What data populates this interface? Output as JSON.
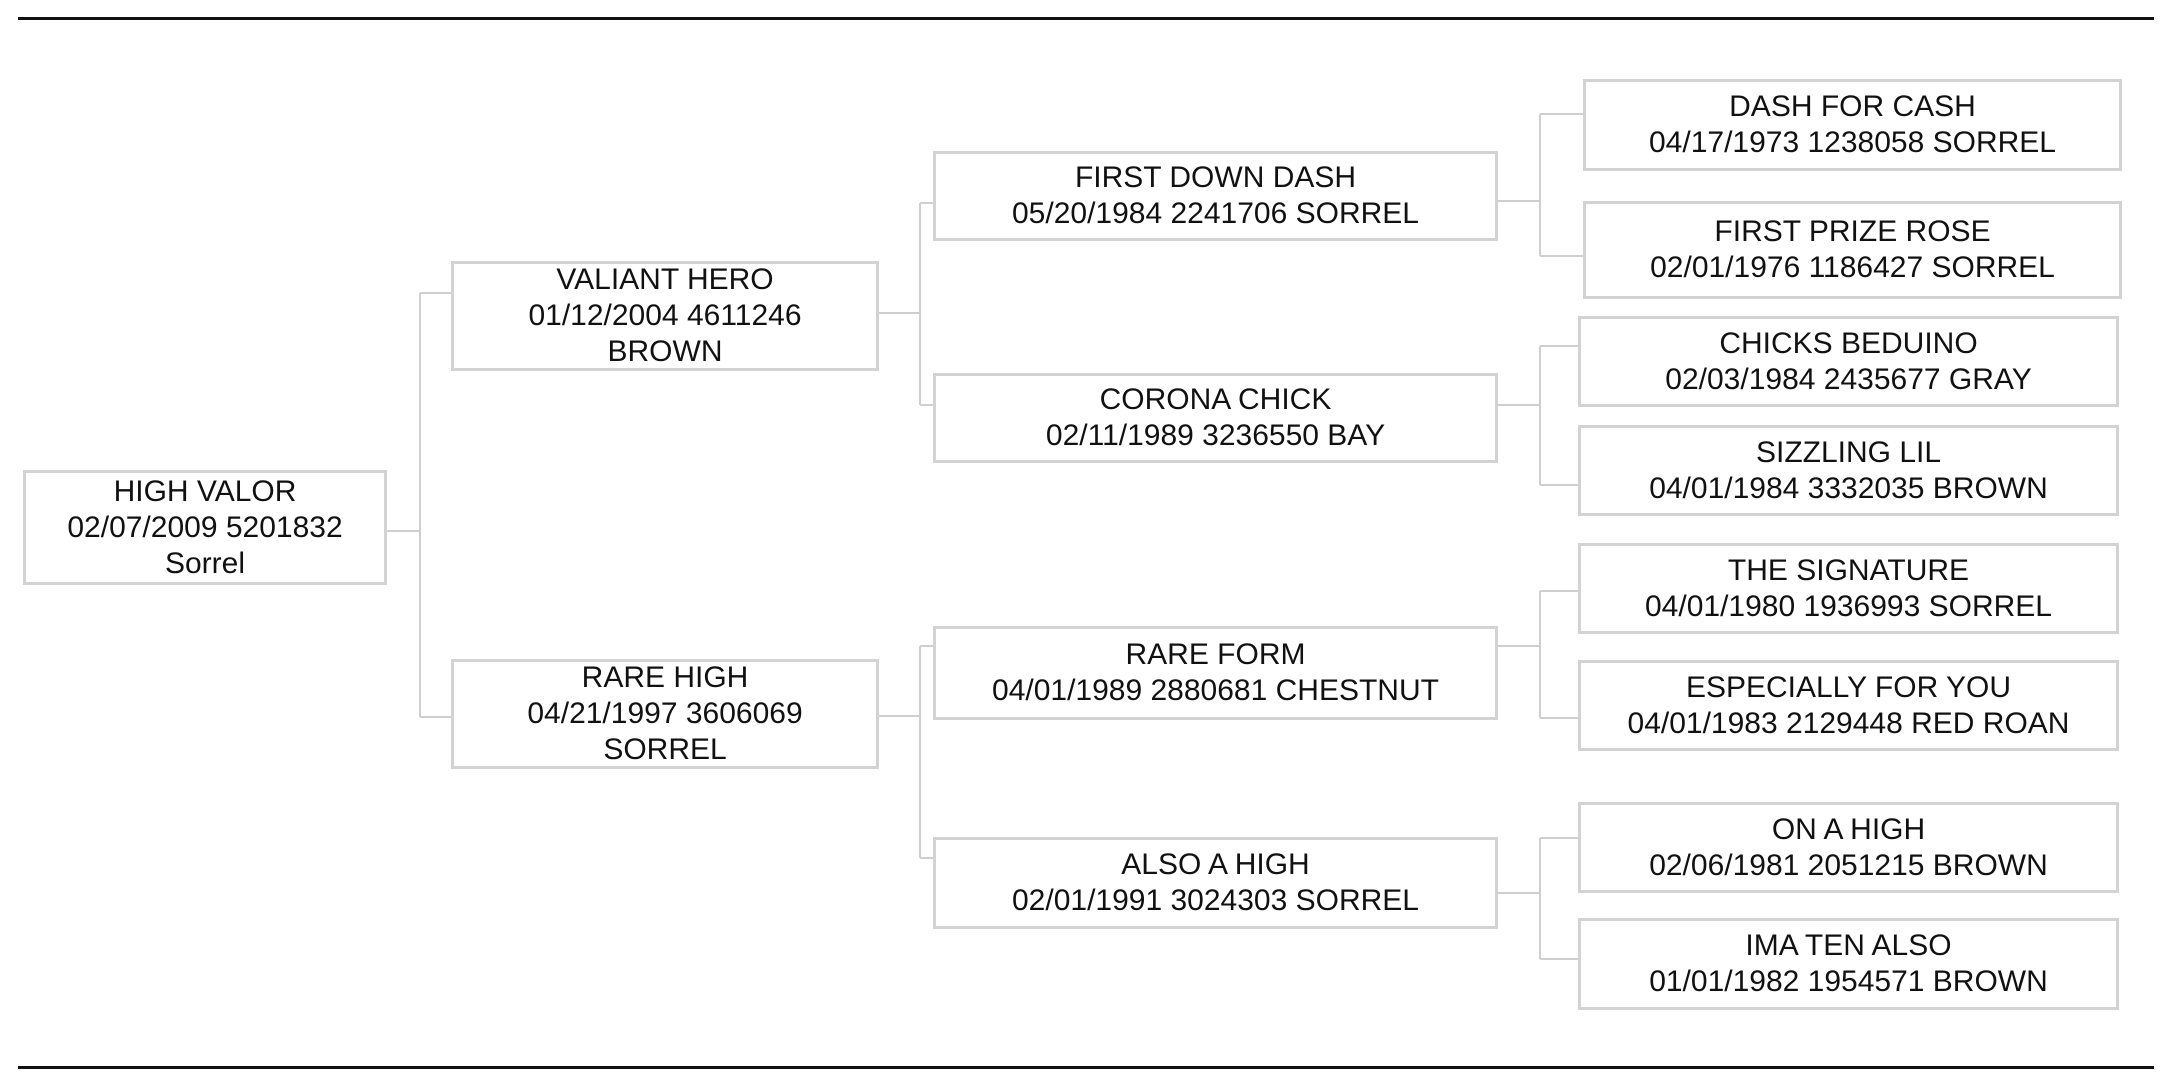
{
  "pedigree": {
    "subject": {
      "name": "HIGH VALOR",
      "line1": "02/07/2009 5201832",
      "line2": "Sorrel"
    },
    "sire": {
      "name": "VALIANT HERO",
      "line1": "01/12/2004 4611246",
      "line2": "BROWN"
    },
    "dam": {
      "name": "RARE HIGH",
      "line1": "04/21/1997 3606069",
      "line2": "SORREL"
    },
    "sire_sire": {
      "name": "FIRST DOWN DASH",
      "line1": "05/20/1984 2241706 SORREL"
    },
    "sire_dam": {
      "name": "CORONA CHICK",
      "line1": "02/11/1989 3236550 BAY"
    },
    "dam_sire": {
      "name": "RARE FORM",
      "line1": "04/01/1989 2880681 CHESTNUT"
    },
    "dam_dam": {
      "name": "ALSO A HIGH",
      "line1": "02/01/1991 3024303 SORREL"
    },
    "ss_sire": {
      "name": "DASH FOR CASH",
      "line1": "04/17/1973 1238058 SORREL"
    },
    "ss_dam": {
      "name": "FIRST PRIZE ROSE",
      "line1": "02/01/1976 1186427 SORREL"
    },
    "sd_sire": {
      "name": "CHICKS BEDUINO",
      "line1": "02/03/1984 2435677 GRAY"
    },
    "sd_dam": {
      "name": "SIZZLING LIL",
      "line1": "04/01/1984 3332035 BROWN"
    },
    "ds_sire": {
      "name": "THE SIGNATURE",
      "line1": "04/01/1980 1936993 SORREL"
    },
    "ds_dam": {
      "name": "ESPECIALLY FOR YOU",
      "line1": "04/01/1983 2129448 RED ROAN"
    },
    "dd_sire": {
      "name": "ON A HIGH",
      "line1": "02/06/1981 2051215 BROWN"
    },
    "dd_dam": {
      "name": "IMA TEN ALSO",
      "line1": "01/01/1982 1954571 BROWN"
    }
  },
  "colors": {
    "rule": "#111111",
    "box_border": "#d3d3d3",
    "connector": "#cfcfcf"
  }
}
